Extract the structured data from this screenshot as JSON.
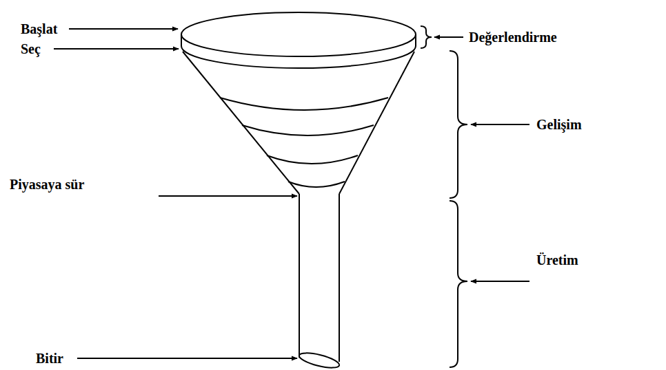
{
  "diagram": {
    "labels": [
      "Başlat",
      "Seç",
      "Değerlendirme",
      "Gelişim",
      "Piyasaya sür",
      "Üretim",
      "Bitir"
    ]
  }
}
